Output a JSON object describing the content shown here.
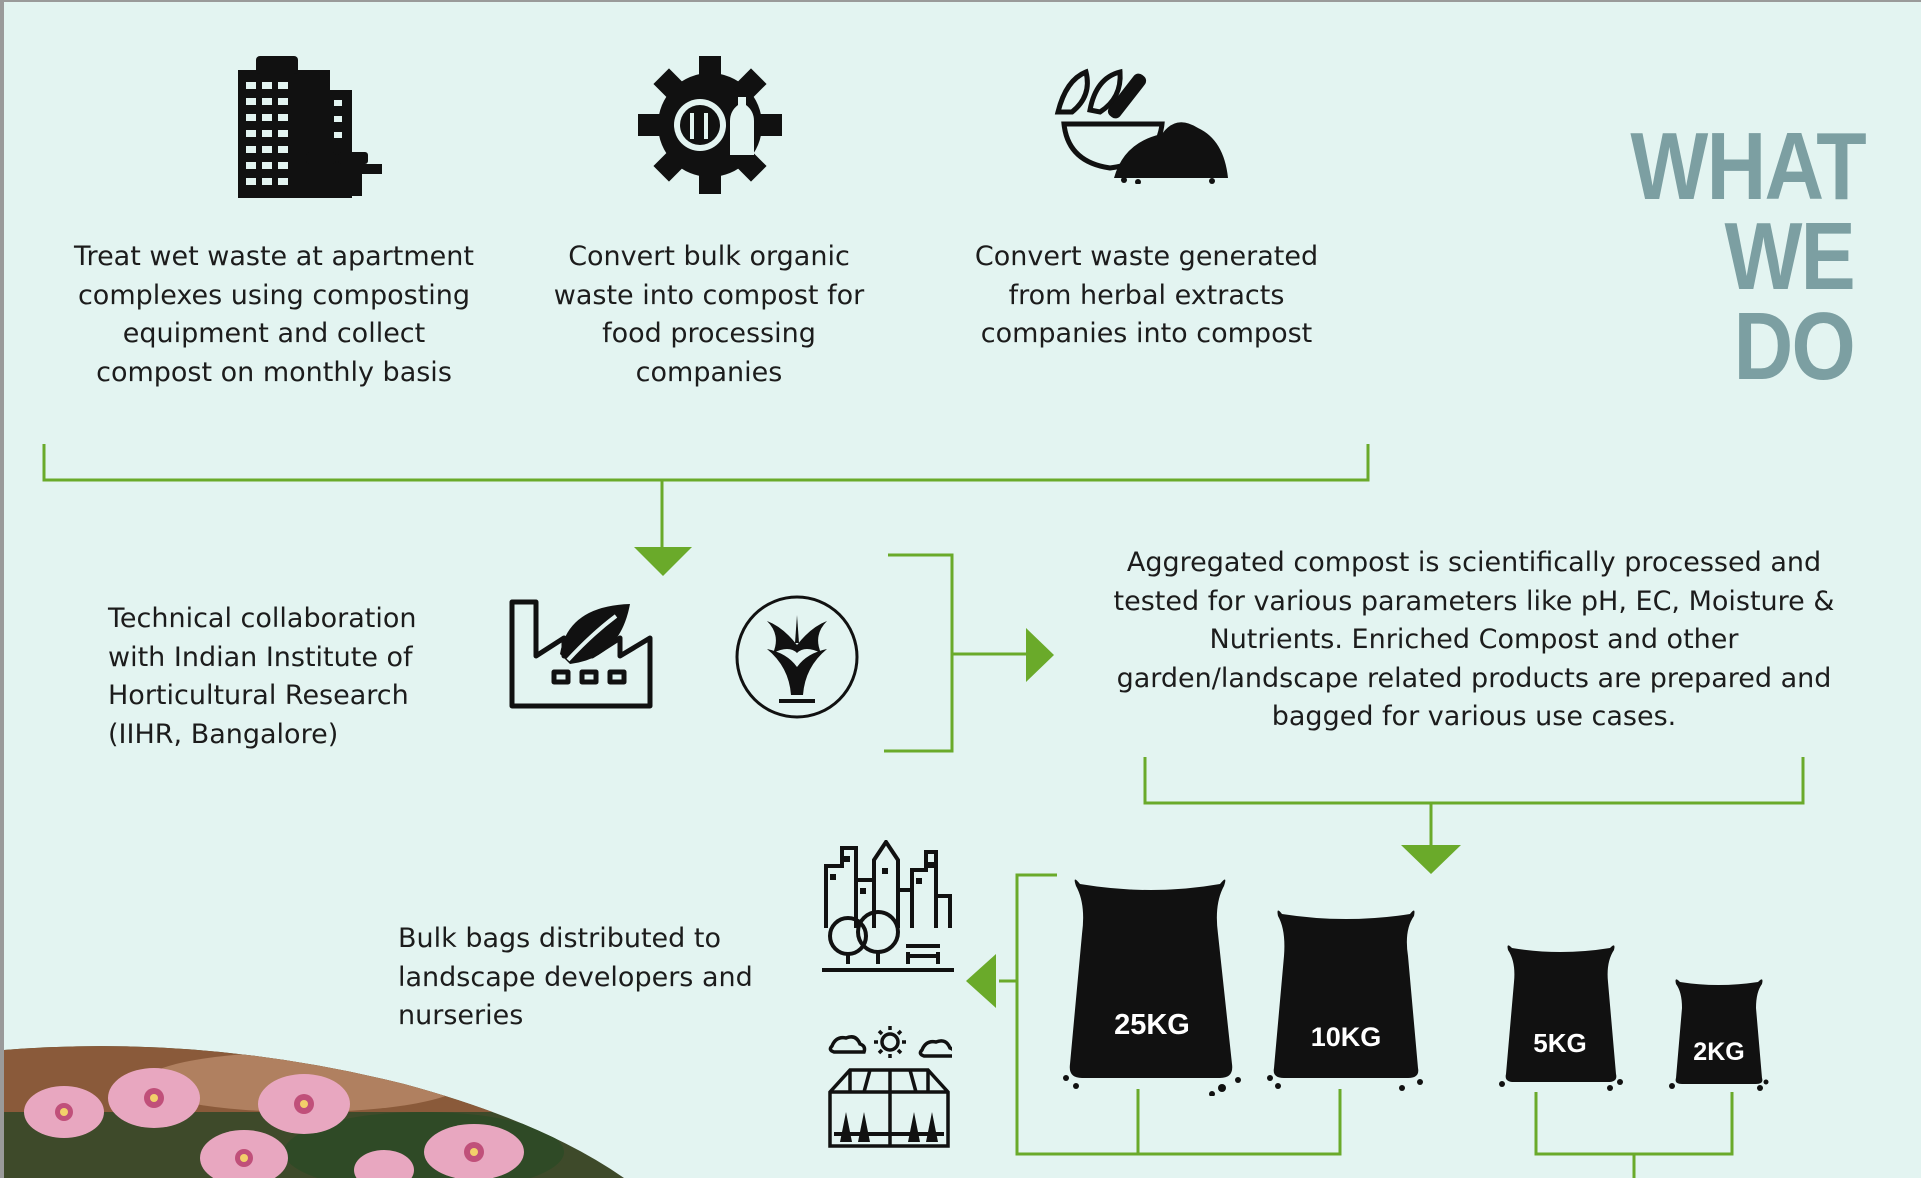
{
  "header": {
    "title_line1": "WHAT",
    "title_line2": "WE DO"
  },
  "steps": [
    {
      "id": "apartments",
      "text": "Treat wet waste at apartment complexes using composting equipment and collect compost on monthly basis",
      "icon": "apartment-building-icon"
    },
    {
      "id": "food-processing",
      "text": "Convert bulk organic waste into compost for food processing companies",
      "icon": "gear-food-icon"
    },
    {
      "id": "herbal",
      "text": "Convert waste generated from herbal extracts companies into compost",
      "icon": "herbal-compost-icon"
    }
  ],
  "collaboration": {
    "text": "Technical collaboration with Indian Institute of Horticultural Research (IIHR, Bangalore)",
    "icons": [
      "eco-factory-icon",
      "iihr-logo"
    ]
  },
  "processing": {
    "text": "Aggregated compost is scientifically processed and tested for various parameters like pH, EC, Moisture & Nutrients. Enriched Compost and other garden/landscape related products are prepared and bagged for various use cases."
  },
  "bags": [
    {
      "label": "25KG"
    },
    {
      "label": "10KG"
    },
    {
      "label": "5KG"
    },
    {
      "label": "2KG"
    }
  ],
  "distribution": {
    "text": "Bulk bags distributed to landscape developers and nurseries",
    "icons": [
      "city-park-icon",
      "greenhouse-icon"
    ]
  },
  "colors": {
    "background": "#e3f4f1",
    "connector": "#6aaa2a",
    "title": "#7c9fa2",
    "icon": "#111111"
  }
}
